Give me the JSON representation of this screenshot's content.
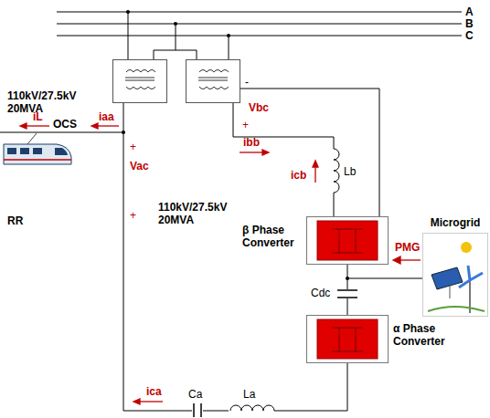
{
  "diagram": {
    "nodes": [
      {
        "text": [
          "110kV/27.5kV 20MVA"
        ]
      },
      {
        "text": [
          "110kV/27.5kV 20MVA"
        ]
      },
      {
        "text": [
          "β Phase Converter"
        ]
      },
      {
        "text": [
          "α Phase Converter"
        ]
      },
      {
        "text": [
          "Microgrid"
        ]
      }
    ],
    "edges": [
      {
        "from": 1,
        "to": 2,
        "arrow": "none"
      },
      {
        "from": 2,
        "to": 3,
        "arrow": "none"
      },
      {
        "from": 3,
        "to": 0,
        "arrow": "none"
      }
    ],
    "labels": [
      "A",
      "B",
      "C",
      "OCS",
      "RR",
      "iL",
      "iaa",
      "Vac",
      "+",
      "+",
      "Vbc",
      "-",
      "+",
      "ibb",
      "icb",
      "Lb",
      "PMG",
      "Cdc",
      "ica",
      "Ca",
      "La"
    ]
  }
}
